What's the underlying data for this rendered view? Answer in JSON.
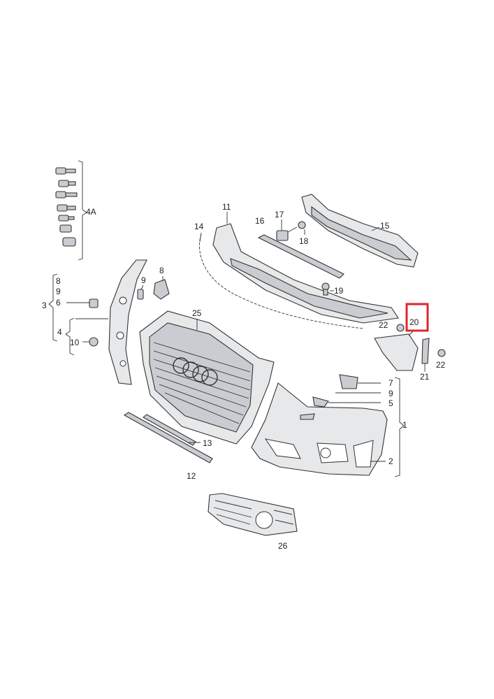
{
  "highlight": {
    "label": "20",
    "color": "#e0242b"
  },
  "labels": {
    "l1": "1",
    "l2": "2",
    "l3": "3",
    "l4": "4",
    "l4A": "4A",
    "l5": "5",
    "l6": "6",
    "l7": "7",
    "l8a": "8",
    "l8b": "8",
    "l9a": "9",
    "l9b": "9",
    "l9c": "9",
    "l10": "10",
    "l11": "11",
    "l12": "12",
    "l13": "13",
    "l14": "14",
    "l15": "15",
    "l16": "16",
    "l17": "17",
    "l18": "18",
    "l19": "19",
    "l20": "20",
    "l21": "21",
    "l22a": "22",
    "l22b": "22",
    "l25": "25",
    "l26": "26"
  }
}
